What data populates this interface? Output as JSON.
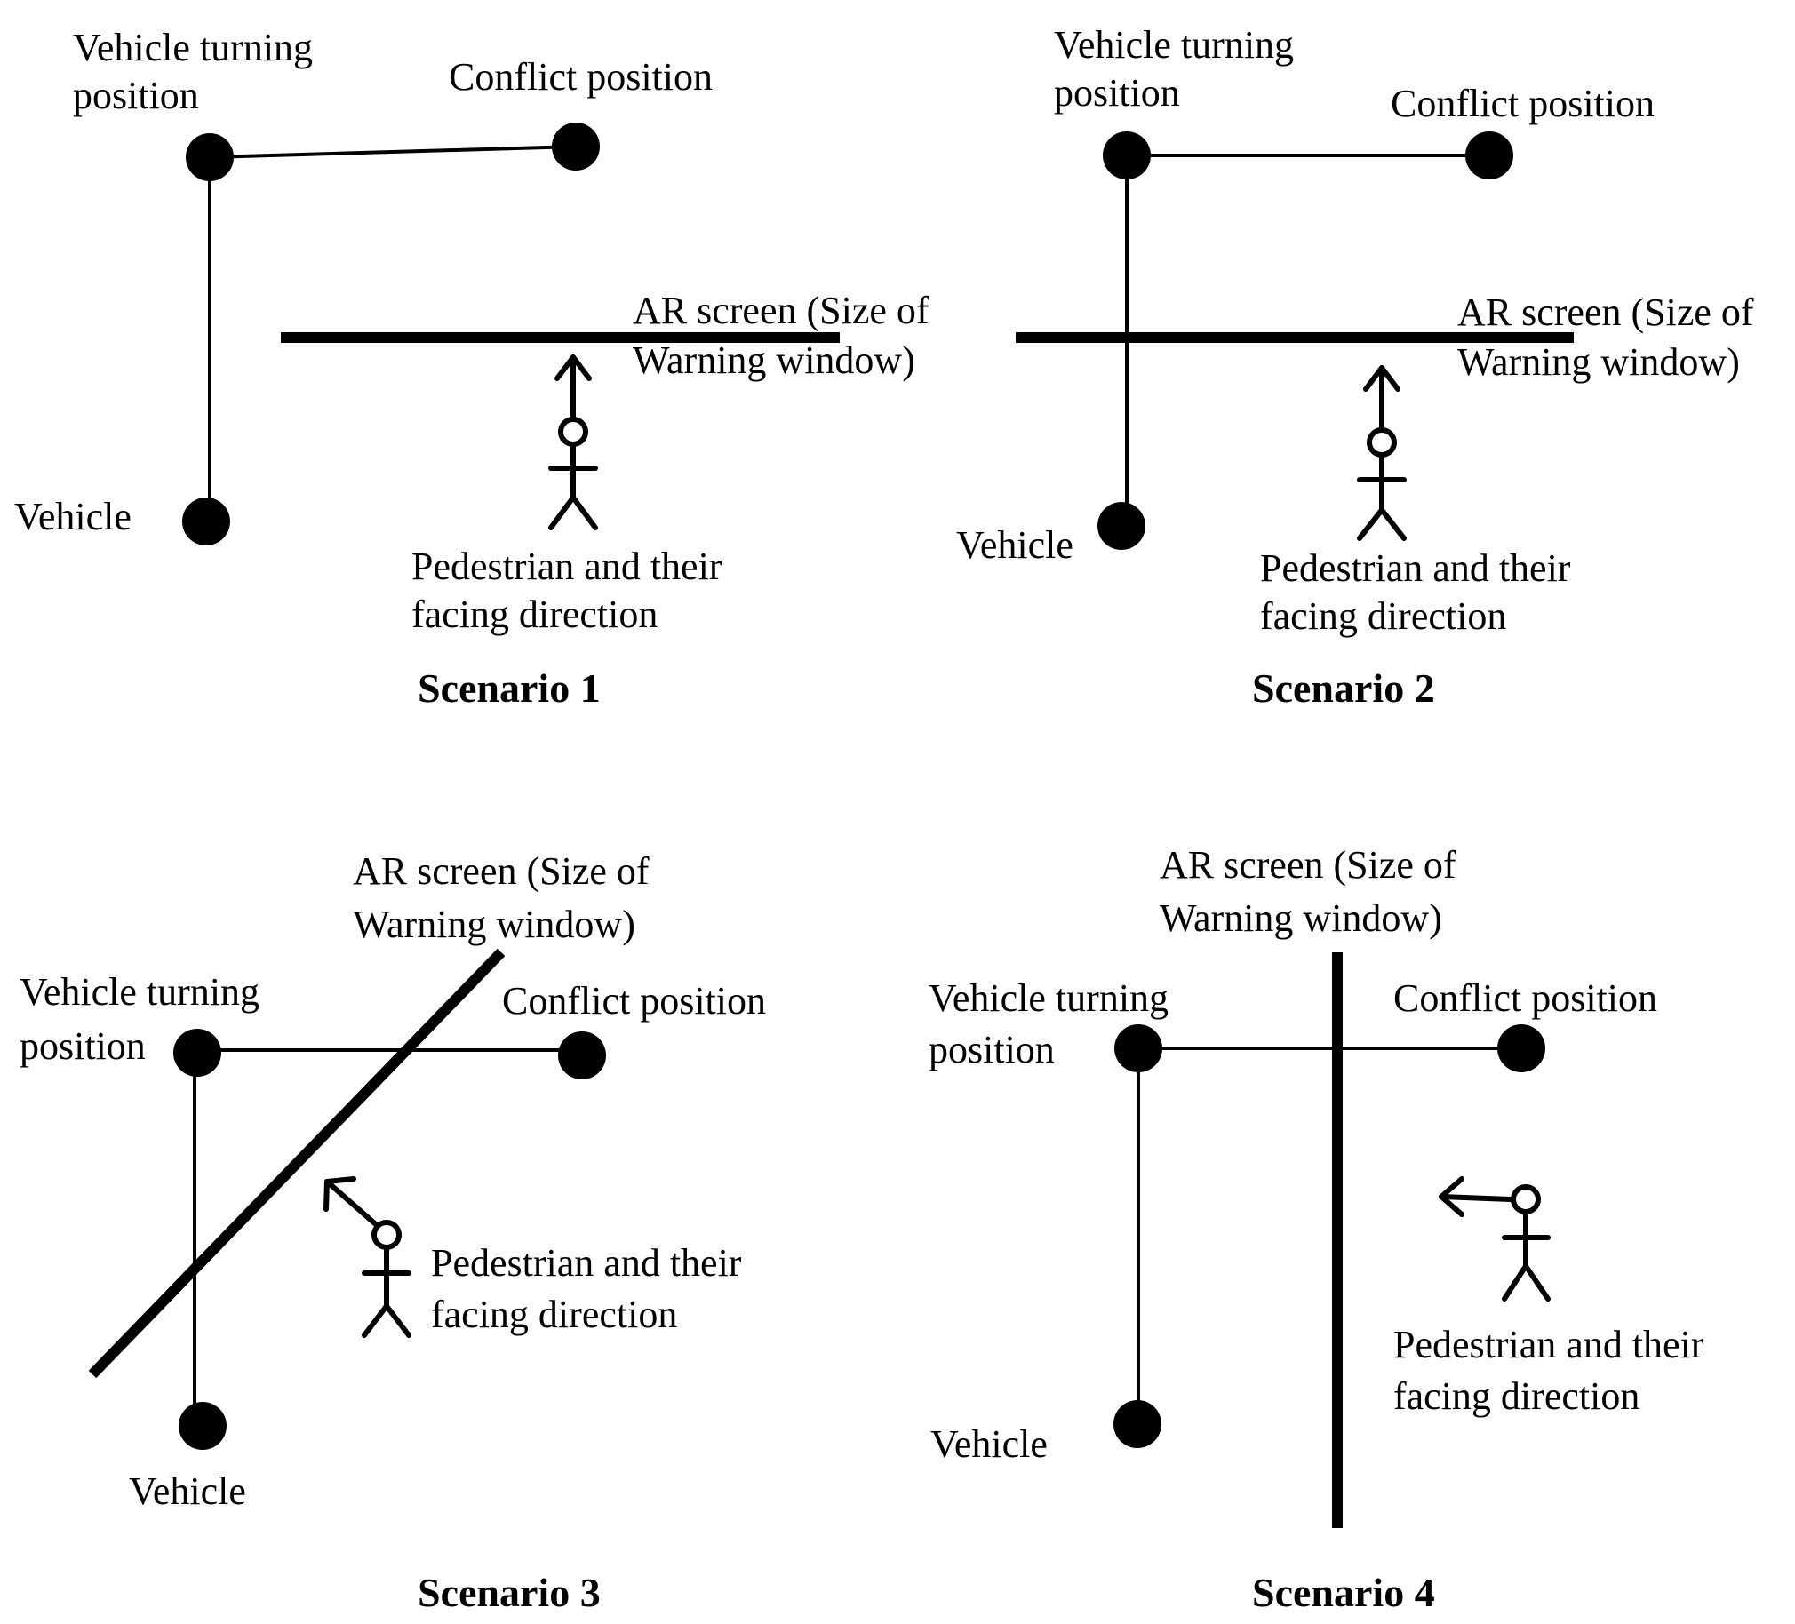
{
  "labels": {
    "turning": [
      "Vehicle turning",
      "position"
    ],
    "conflict": "Conflict position",
    "vehicle": "Vehicle",
    "ar_screen": [
      "AR screen (Size of",
      "Warning window)"
    ],
    "pedestrian": [
      "Pedestrian and their",
      "facing direction"
    ]
  },
  "scenarios": [
    {
      "title": "Scenario 1"
    },
    {
      "title": "Scenario 2"
    },
    {
      "title": "Scenario 3"
    },
    {
      "title": "Scenario 4"
    }
  ],
  "colors": {
    "ink": "#000000",
    "background": "#ffffff"
  }
}
